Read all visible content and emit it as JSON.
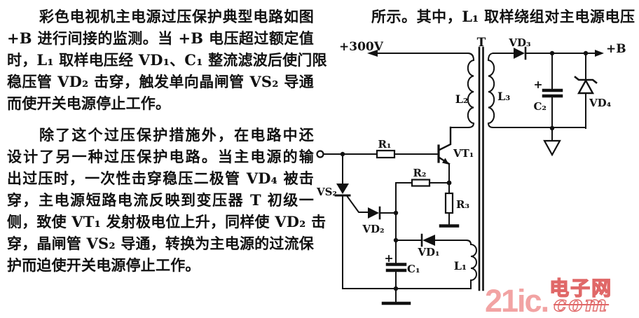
{
  "page": {
    "background": "#ffffff"
  },
  "left_column": {
    "lines": [
      "彩色电视机主电源过压保护典型电路如图",
      "+B 进行间接的监测。当 +B 电压超过额定值",
      "时，L₁ 取样电压经 VD₁、C₁ 整流滤波后使门限",
      "稳压管 VD₂ 击穿，触发单向晶闸管 VS₂ 导通",
      "而使开关电源停止工作。",
      "除了这个过压保护措施外，在电路中还",
      "设计了另一种过压保护电路。当主电源的输",
      "出过压时，一次性击穿稳压二极管 VD₄ 被击",
      "穿，主电源短路电流反映到变压器 T 初级一",
      "侧，致使 VT₁ 发射极电位上升，同样使 VD₂ 击",
      "穿，晶闸管 VS₂ 导通，转换为主电源的过流保",
      "护而迫使开关电源停止工作。"
    ]
  },
  "right_column": {
    "intro_line": "所示。其中，L₁ 取样绕组对主电源电压"
  },
  "circuit": {
    "labels": {
      "supply": "+300V",
      "output": "+B",
      "transformer": "T",
      "l1": "L₁",
      "l2": "L₂",
      "l3": "L₃",
      "r1": "R₁",
      "r2": "R₂",
      "r3": "R₃",
      "c1": "C₁",
      "c2": "C₂",
      "vd1": "VD₁",
      "vd2": "VD₂",
      "vd3": "VD₃",
      "vd4": "VD₄",
      "vs2": "VS₂",
      "vt1": "VT₁"
    }
  },
  "watermark": {
    "brand": "21ic.",
    "site_cn": "电子网",
    "site_en": "com",
    "brand_color": "#f2a3a3",
    "outline_color": "#e06868"
  }
}
